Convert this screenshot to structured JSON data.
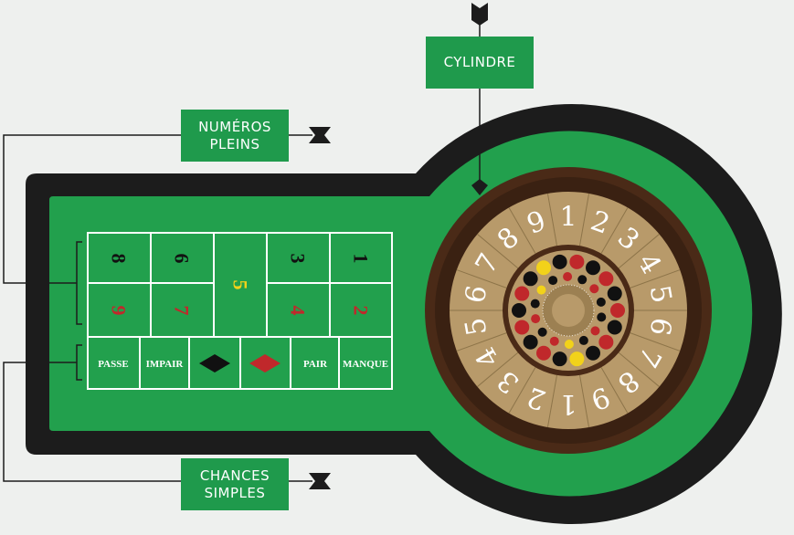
{
  "labels": {
    "cylindre": "CYLINDRE",
    "numeros_line1": "NUMÉROS",
    "numeros_line2": "PLEINS",
    "chances_line1": "CHANCES",
    "chances_line2": "SIMPLES"
  },
  "board": {
    "numbers": [
      {
        "text": "8",
        "color": "#111111"
      },
      {
        "text": "6",
        "color": "#111111"
      },
      {
        "text": "3",
        "color": "#111111"
      },
      {
        "text": "1",
        "color": "#111111"
      },
      {
        "text": "9",
        "color": "#c0282b"
      },
      {
        "text": "7",
        "color": "#c0282b"
      },
      {
        "text": "4",
        "color": "#c0282b"
      },
      {
        "text": "2",
        "color": "#c0282b"
      },
      {
        "text": "5",
        "color": "#f2d21a"
      }
    ],
    "chances": [
      "PASSE",
      "IMPAIR",
      "PAIR",
      "MANQUE"
    ]
  },
  "wheel": {
    "numbers": [
      "1",
      "2",
      "3",
      "4",
      "5",
      "6",
      "7",
      "8",
      "9",
      "1",
      "2",
      "3",
      "4",
      "5",
      "6",
      "7",
      "8",
      "9"
    ]
  },
  "colors": {
    "background": "#eef0ee",
    "felt": "#22a04d",
    "rail": "#1c1c1c",
    "wood": "#4a2a17",
    "wheel_face": "#b89a6a",
    "red": "#c0282b",
    "black": "#111111",
    "yellow": "#f2d21a"
  }
}
